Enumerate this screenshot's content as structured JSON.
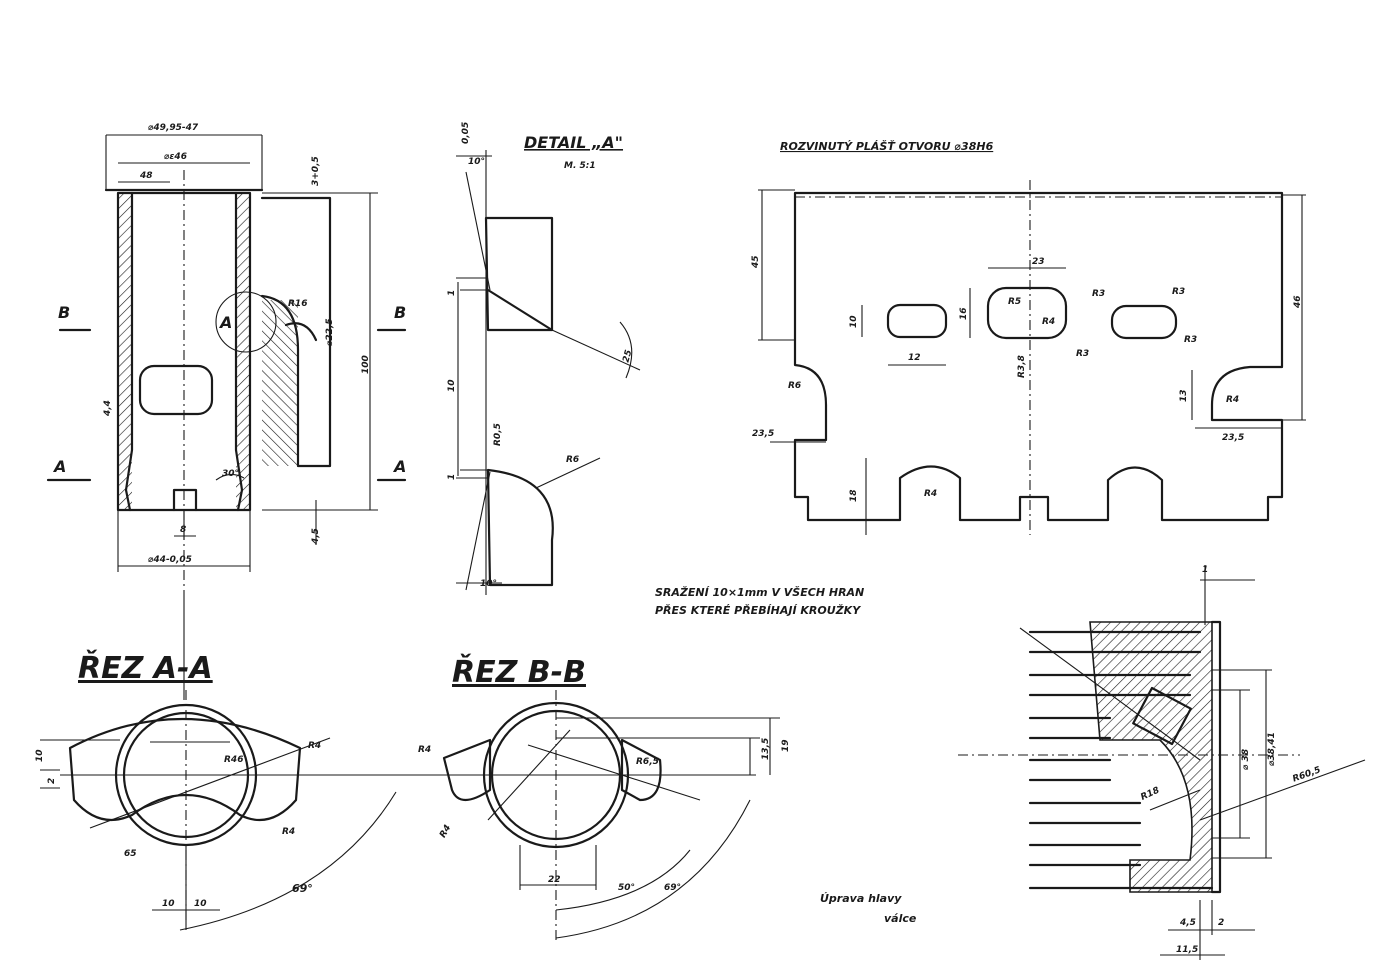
{
  "views": {
    "detail_a": {
      "title": "DETAIL „A\"",
      "scale": "M. 5:1"
    },
    "rozvinuty": {
      "title": "ROZVINUTÝ PLÁŠŤ OTVORU ⌀38H6"
    },
    "rez_aa": {
      "title": "ŘEZ A-A"
    },
    "rez_bb": {
      "title": "ŘEZ B-B"
    }
  },
  "notes": {
    "srazeni_line1": "SRAŽENÍ 10×1mm V VŠECH HRAN",
    "srazeni_line2": "PŘES KTERÉ PŘEBÍHAJÍ KROUŽKY",
    "uprava_line1": "Úprava hlavy",
    "uprava_line2": "válce"
  },
  "section_marks": {
    "a": "A",
    "b": "B",
    "detail": "A"
  },
  "dims": {
    "main": {
      "d1": "⌀49,95-47",
      "d2": "⌀ε46",
      "d3": "48",
      "d4": "3+0,5",
      "h100": "100",
      "r16": "R16",
      "d225": "⌀22,5",
      "t44": "4,4",
      "ang30": "30°",
      "w8": "8",
      "dbot": "⌀44-0,05",
      "h45": "4,5"
    },
    "detail": {
      "top": "0,05",
      "a10": "10°",
      "l1": "1",
      "l10": "10",
      "r05": "R0,5",
      "a25": "25",
      "r6": "R6",
      "l1b": "1",
      "a10b": "10°"
    },
    "plast": {
      "h45": "45",
      "h46": "46",
      "w23": "23",
      "h16": "16",
      "r5": "R5",
      "r4a": "R4",
      "h10": "10",
      "w12": "12",
      "r3a": "R3",
      "r3b": "R3",
      "r3c": "R3",
      "r3d": "R3",
      "r6": "R6",
      "w235": "23,5",
      "h13": "13",
      "r4b": "R4",
      "w235b": "23,5",
      "h18": "18",
      "r4c": "R4",
      "w238": "R3,8"
    },
    "rez_aa": {
      "h10": "10",
      "h2": "2",
      "r46": "R46",
      "r4a": "R4",
      "r4b": "R4",
      "a65": "65",
      "w10a": "10",
      "w10b": "10",
      "a69": "69°"
    },
    "rez_bb": {
      "r4a": "R4",
      "r4b": "R4",
      "h135": "13,5",
      "h19": "19",
      "r65": "R6,5",
      "w22": "22",
      "a50": "50°",
      "a69": "69°"
    },
    "head": {
      "top1": "1",
      "d38": "⌀ 38",
      "d38b": "⌀38,41",
      "r18": "R18",
      "r605": "R60,5",
      "w45": "4,5",
      "w2": "2",
      "w115": "11,5"
    }
  }
}
